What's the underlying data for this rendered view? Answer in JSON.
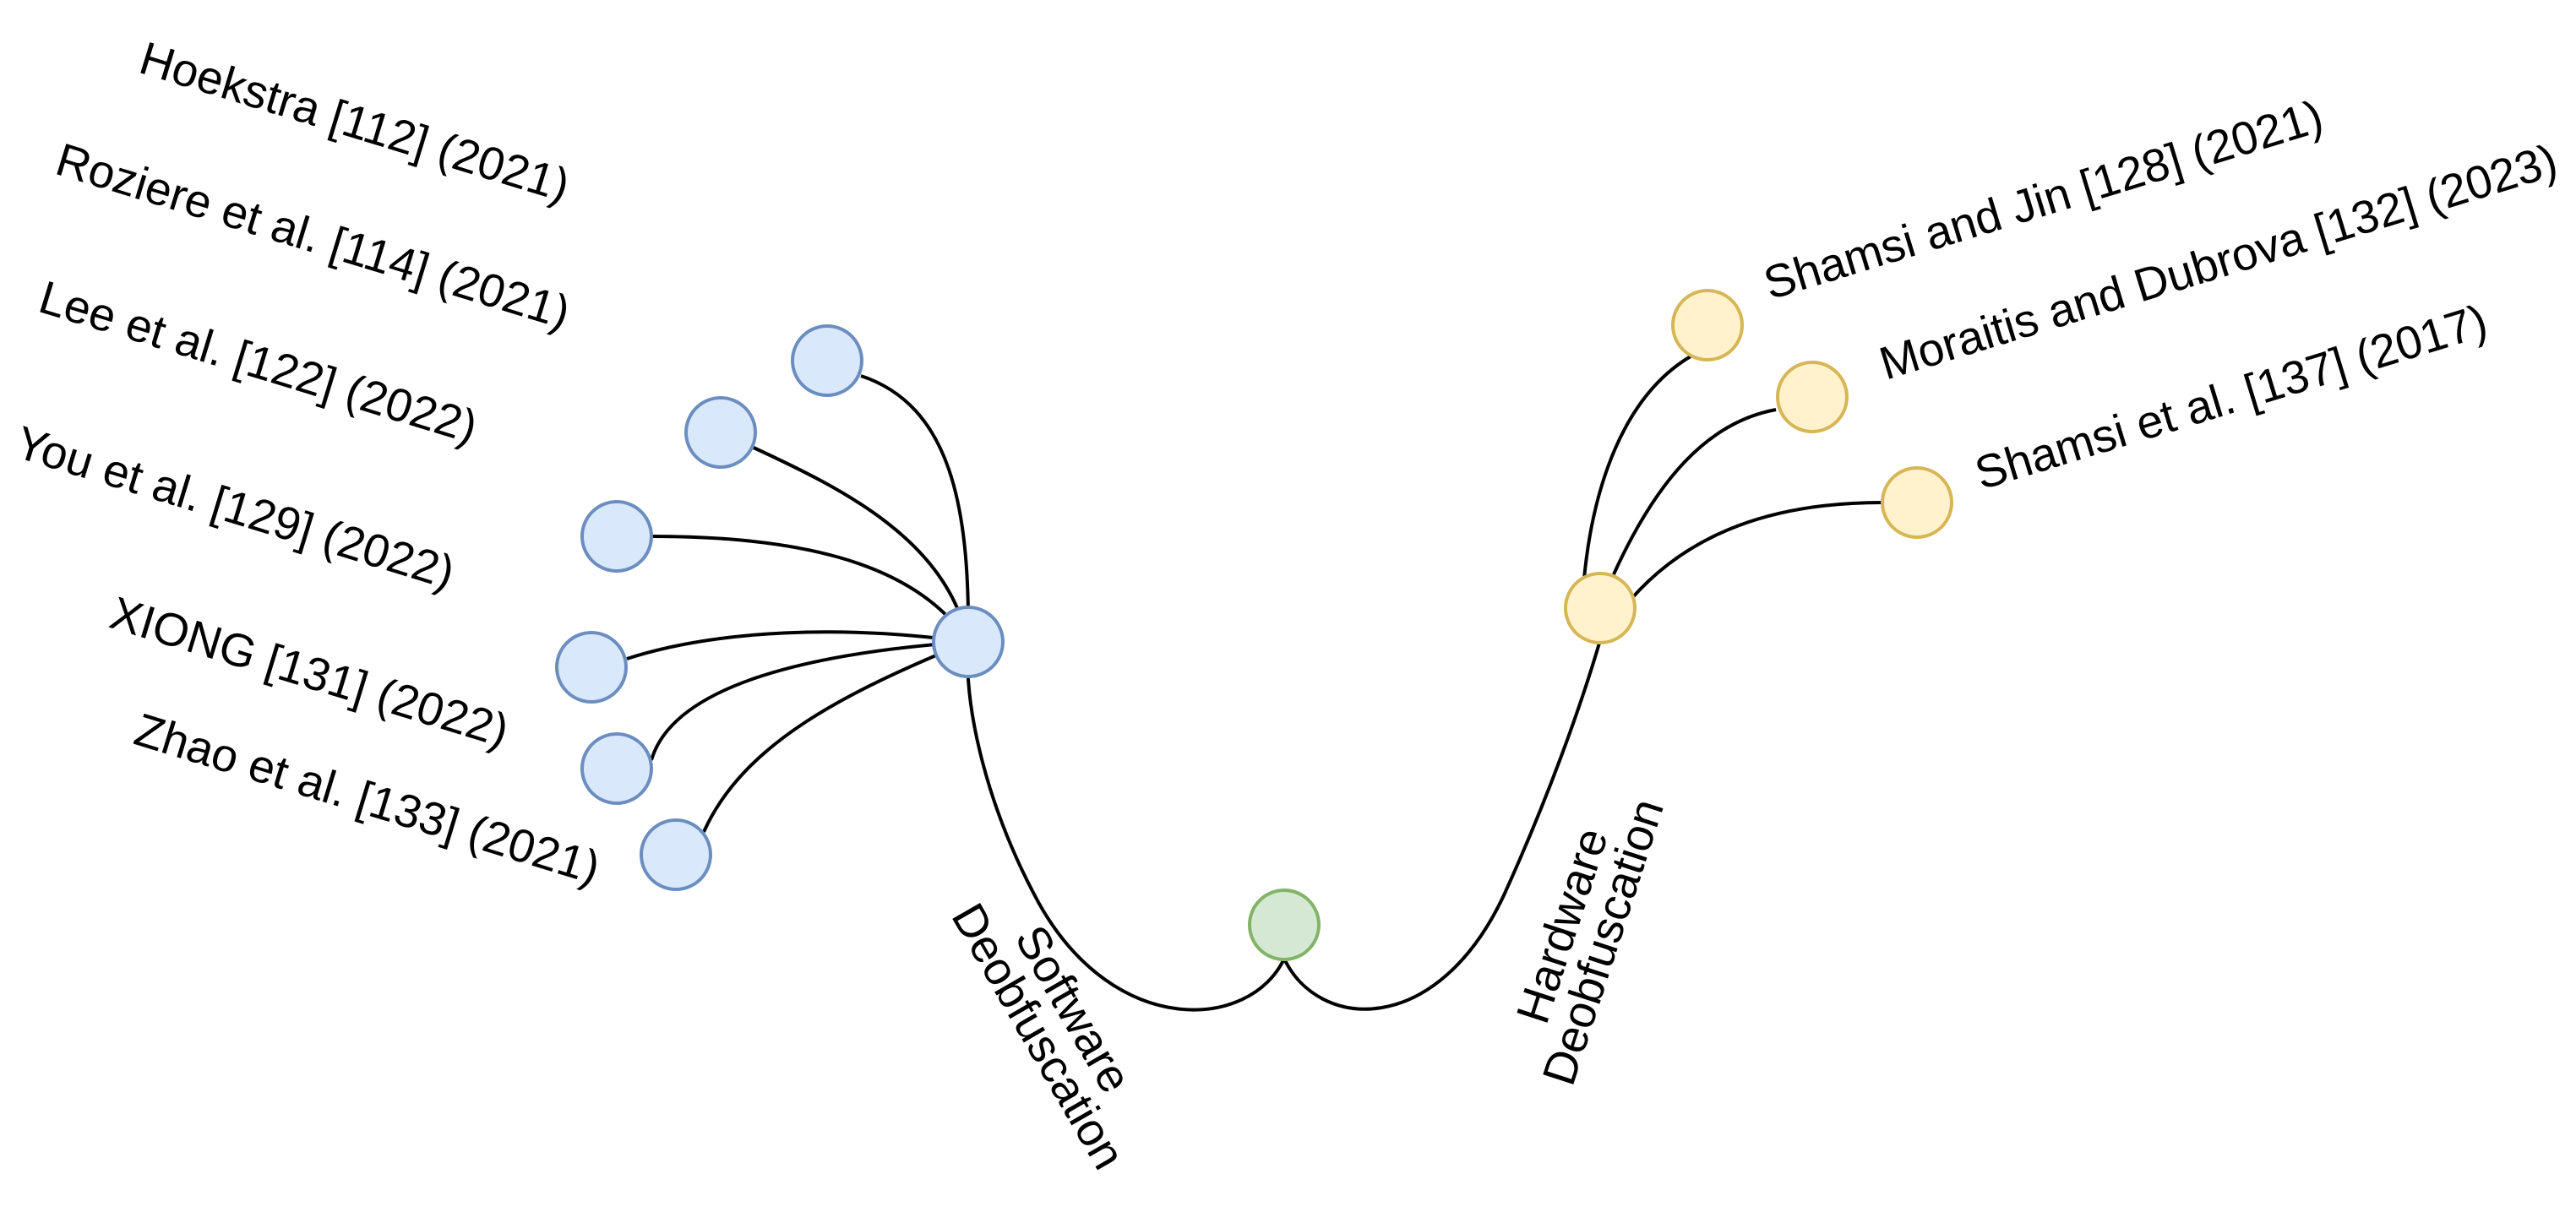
{
  "colors": {
    "software_fill": "#dae8fc",
    "software_stroke": "#6c8ebf",
    "hardware_fill": "#fff2cc",
    "hardware_stroke": "#d6b656",
    "root_fill": "#d5e8d4",
    "root_stroke": "#82b366",
    "edge": "#000000"
  },
  "software": {
    "category": {
      "line1": "Software",
      "line2": "Deobfuscation"
    },
    "works": [
      {
        "label": "Hoekstra [112] (2021)"
      },
      {
        "label": "Roziere et al. [114] (2021)"
      },
      {
        "label": "Lee et al. [122] (2022)"
      },
      {
        "label": "You et al. [129] (2022)"
      },
      {
        "label": "XIONG [131] (2022)"
      },
      {
        "label": "Zhao et al. [133] (2021)"
      }
    ]
  },
  "hardware": {
    "category": {
      "line1": "Hardware",
      "line2": "Deobfuscation"
    },
    "works": [
      {
        "label": "Shamsi and Jin [128] (2021)"
      },
      {
        "label": "Moraitis and Dubrova [132] (2023)"
      },
      {
        "label": "Shamsi et al. [137] (2017)"
      }
    ]
  }
}
